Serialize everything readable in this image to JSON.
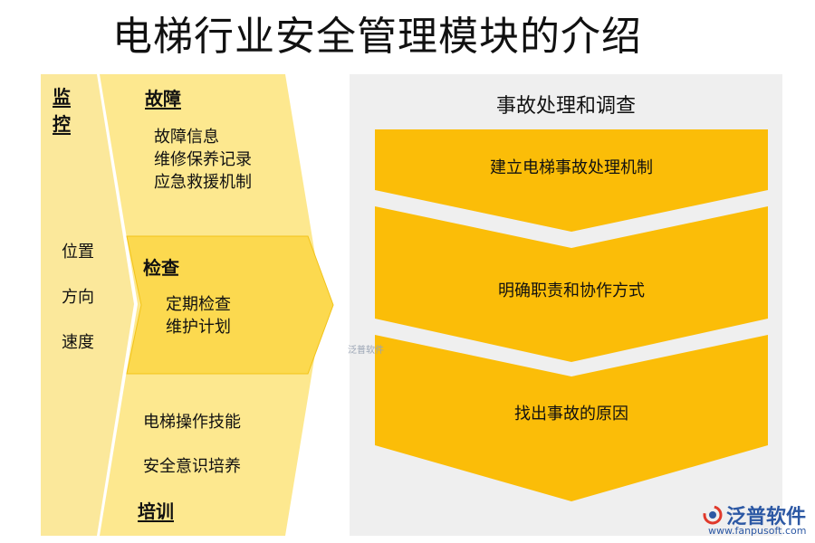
{
  "title": "电梯行业安全管理模块的介绍",
  "left": {
    "monitor_label": "监控",
    "monitor_items": [
      "位置",
      "方向",
      "速度"
    ],
    "fault": {
      "heading": "故障",
      "items": [
        "故障信息",
        "维修保养记录",
        "应急救援机制"
      ]
    },
    "check": {
      "heading": "检查",
      "items": [
        "定期检查",
        "维护计划"
      ]
    },
    "training": {
      "heading": "培训",
      "items": [
        "电梯操作技能",
        "安全意识培养"
      ]
    }
  },
  "right": {
    "title": "事故处理和调查",
    "steps": [
      "建立电梯事故处理机制",
      "明确职责和协作方式",
      "找出事故的原因"
    ]
  },
  "watermark": {
    "small": "泛普软件",
    "brand": "泛普软件",
    "url": "www.fanpusoft.com"
  },
  "colors": {
    "light_yellow": "#fbe89b",
    "mid_yellow": "#fde07a",
    "check_yellow": "#fcd94f",
    "gold": "#fbbd08",
    "panel_gray": "#efefef",
    "brand_blue": "#2c58a4"
  }
}
